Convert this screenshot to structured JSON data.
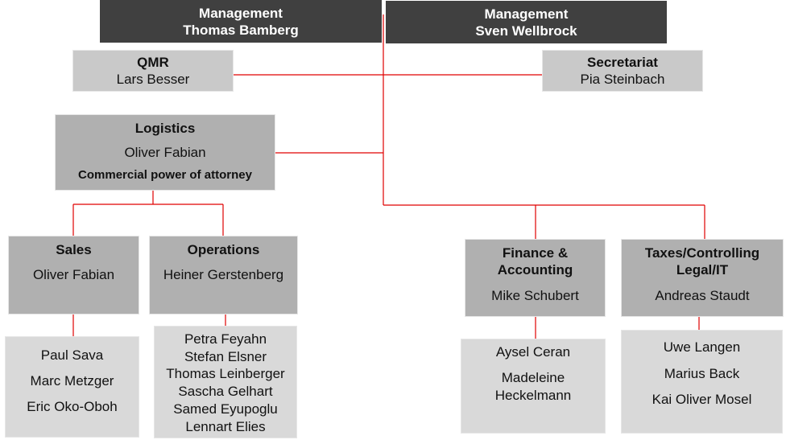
{
  "management": [
    {
      "title": "Management",
      "name": "Thomas Bamberg"
    },
    {
      "title": "Management",
      "name": "Sven Wellbrock"
    }
  ],
  "qmr": {
    "title": "QMR",
    "name": "Lars Besser"
  },
  "secretariat": {
    "title": "Secretariat",
    "name": "Pia Steinbach"
  },
  "logistics": {
    "title": "Logistics",
    "name": "Oliver Fabian",
    "note": "Commercial power of attorney"
  },
  "sales": {
    "title": "Sales",
    "name": "Oliver Fabian",
    "members": [
      "Paul Sava",
      "Marc Metzger",
      "Eric Oko-Oboh"
    ]
  },
  "operations": {
    "title": "Operations",
    "name": "Heiner Gerstenberg",
    "members": [
      "Petra Feyahn",
      "Stefan Elsner",
      "Thomas Leinberger",
      "Sascha Gelhart",
      "Samed Eyupoglu",
      "Lennart Elies"
    ]
  },
  "finance": {
    "title_1": "Finance &",
    "title_2": "Accounting",
    "name": "Mike Schubert",
    "members": [
      "Aysel Ceran",
      "Madeleine",
      "Heckelmann"
    ]
  },
  "taxes": {
    "title_1": "Taxes/Controlling",
    "title_2": "Legal/IT",
    "name": "Andreas Staudt",
    "members": [
      "Uwe Langen",
      "Marius Back",
      "Kai Oliver Mosel"
    ]
  },
  "colors": {
    "connector": "#e00000",
    "dark": "#404040",
    "light": "#c9c9c9",
    "mid": "#b0b0b0",
    "list": "#d9d9d9"
  }
}
